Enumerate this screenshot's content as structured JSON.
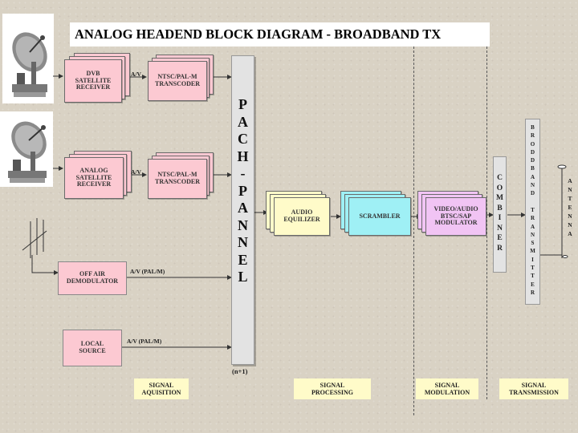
{
  "title": "ANALOG HEADEND BLOCK DIAGRAM - BROADBAND TX",
  "sources": {
    "dvb_receiver": "DVB\nSATELLITE\nRECEIVER",
    "analog_receiver": "ANALOG\nSATELLITE\nRECEIVER",
    "transcoder": "NTSC/PAL-M\nTRANSCODER",
    "off_air": "OFF AIR\nDEMODULATOR",
    "local_source": "LOCAL\nSOURCE"
  },
  "signal_labels": {
    "av": "A/V",
    "av_palm": "A/V (PAL/M)"
  },
  "patch_panel": [
    "P",
    "A",
    "C",
    "H",
    "-",
    "P",
    "A",
    "N",
    "N",
    "E",
    "L"
  ],
  "patch_count": "(n+1)",
  "processing": {
    "audio_equalizer": "AUDIO\nEQUILIZER",
    "scrambler": "SCRAMBLER",
    "modulator": "VIDEO/AUDIO\nBTSC/SAP\nMODULATOR"
  },
  "combiner": [
    "C",
    "O",
    "M",
    "B",
    "I",
    "N",
    "E",
    "R"
  ],
  "broadband_tx": [
    "B",
    "R",
    "O",
    "D",
    "D",
    "B",
    "A",
    "N",
    "D",
    "",
    "T",
    "R",
    "A",
    "N",
    "S",
    "M",
    "I",
    "T",
    "T",
    "E",
    "R"
  ],
  "antenna": [
    "A",
    "N",
    "T",
    "E",
    "N",
    "N",
    "A"
  ],
  "stages": {
    "acquisition": "SIGNAL\nAQUISITION",
    "processing": "SIGNAL\nPROCESSING",
    "modulation": "SIGNAL\nMODULATION",
    "transmission": "SIGNAL\nTRANSMISSION"
  },
  "colors": {
    "source_pink": "#fcc9d2",
    "stage_yellow": "#fffbc9",
    "scrambler_cyan": "#9ff0f5",
    "modulator_lavender": "#f1c4f4"
  }
}
